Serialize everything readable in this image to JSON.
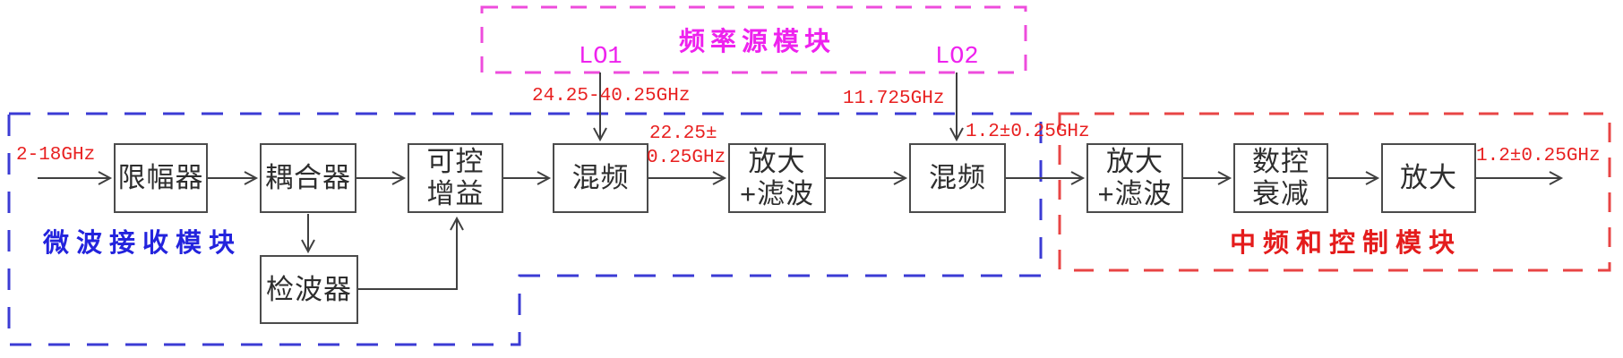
{
  "modules": {
    "microwave_receiver": {
      "label": "微波接收模块",
      "color": "#2323dd"
    },
    "frequency_source": {
      "label": "频率源模块",
      "color": "#ee22ee"
    },
    "if_and_control": {
      "label": "中频和控制模块",
      "color": "#e41c1c"
    }
  },
  "blocks": [
    {
      "name": "limiter",
      "lines": [
        "限幅器"
      ]
    },
    {
      "name": "coupler",
      "lines": [
        "耦合器"
      ]
    },
    {
      "name": "controllable-gain",
      "lines": [
        "可控",
        "增益"
      ]
    },
    {
      "name": "mixer-1",
      "lines": [
        "混频"
      ]
    },
    {
      "name": "amp-filter-1",
      "lines": [
        "放大",
        "+滤波"
      ]
    },
    {
      "name": "mixer-2",
      "lines": [
        "混频"
      ]
    },
    {
      "name": "amp-filter-2",
      "lines": [
        "放大",
        "+滤波"
      ]
    },
    {
      "name": "digital-attenuator",
      "lines": [
        "数控",
        "衰减"
      ]
    },
    {
      "name": "amplifier",
      "lines": [
        "放大"
      ]
    },
    {
      "name": "detector",
      "lines": [
        "检波器"
      ]
    }
  ],
  "signals": {
    "input": "2-18GHz",
    "lo1": "LO1",
    "lo1_freq": "24.25-40.25GHz",
    "if1_line1": "22.25±",
    "if1_line2": "0.25GHz",
    "lo2": "LO2",
    "lo2_freq": "11.725GHz",
    "if2": "1.2±0.25GHz",
    "output": "1.2±0.25GHz"
  },
  "colors": {
    "signal_text": "#e82020",
    "lo_text": "#ee22ee",
    "wire": "#404040",
    "block_border": "#4b4b4b",
    "block_text": "#2e2e2e",
    "microwave_outline": "#3b3bd4",
    "frequency_source_outline": "#ee4cdc",
    "if_control_outline": "#e84545"
  }
}
